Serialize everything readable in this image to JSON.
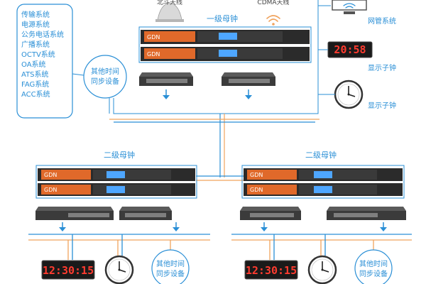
{
  "colors": {
    "primary_blue": "#2a8fd6",
    "bus_orange": "#f0a35e",
    "box_blue": "#38a9f5",
    "clock_red": "#ff3b2f",
    "rack_dark": "#2b2b2b"
  },
  "top": {
    "left_systems": [
      "传输系统",
      "电源系统",
      "公务电话系统",
      "广播系统",
      "OCTV系统",
      "OA系统",
      "ATS系统",
      "FAG系统",
      "ACC系统"
    ],
    "beidou_antenna": "北斗天线",
    "cdma_antenna": "CDMA天线",
    "primary_clock_label": "一级母钟",
    "other_sync_devices": "其他时间\n同步设备",
    "device_brand": "GDN",
    "network_mgmt": "网管系统",
    "display_clock_1": "显示子钟",
    "display_clock_1_time": "20:58",
    "display_clock_2": "显示子钟"
  },
  "left_site": {
    "secondary_clock_label": "二级母钟",
    "digital_time": "12:30:15",
    "other_sync_devices": "其他时间\n同步设备"
  },
  "right_site": {
    "secondary_clock_label": "二级母钟",
    "digital_time": "12:30:15",
    "other_sync_devices": "其他时间\n同步设备"
  },
  "icons": {
    "wifi": "wifi-icon",
    "arrow": "arrow-down-icon",
    "monitor": "monitor-icon",
    "dome_antenna": "antenna-icon",
    "analog_clock": "analog-clock-icon"
  }
}
